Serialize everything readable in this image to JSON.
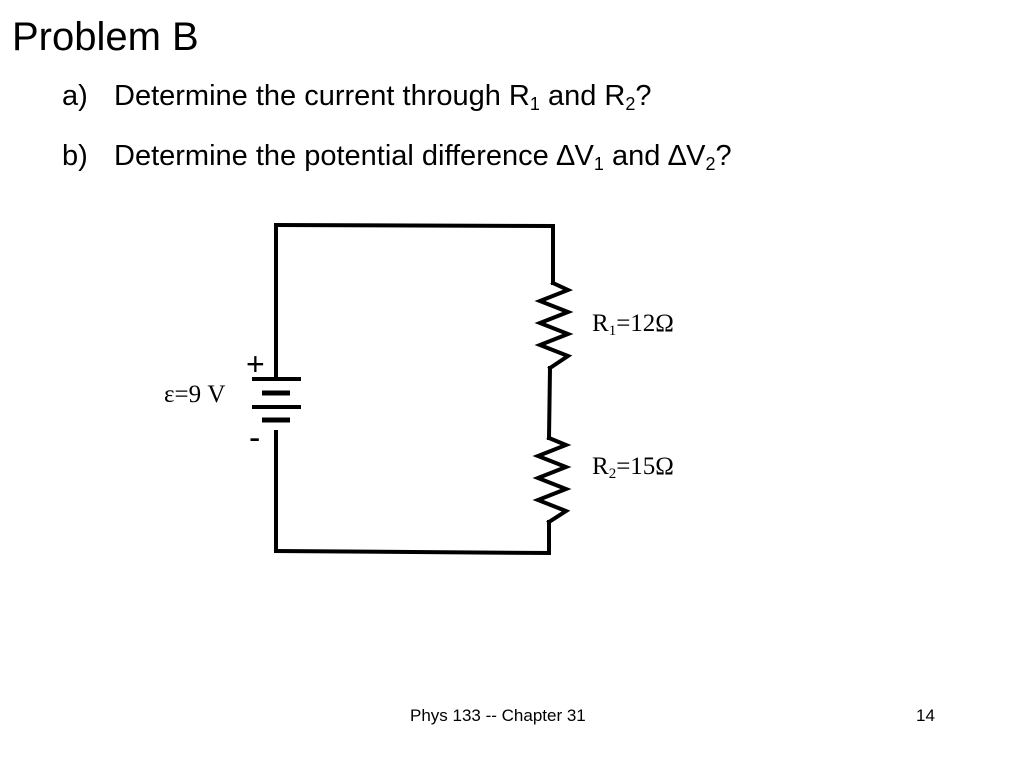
{
  "slide": {
    "title": "Problem B",
    "questions": [
      {
        "marker": "a)",
        "text_1": "Determine the current through R",
        "sub_1": "1",
        "text_2": " and R",
        "sub_2": "2",
        "text_3": "?"
      },
      {
        "marker": "b)",
        "text_1": "Determine the potential difference ∆V",
        "sub_1": "1",
        "text_2": " and ∆V",
        "sub_2": "2",
        "text_3": "?"
      }
    ]
  },
  "circuit": {
    "battery": {
      "emf_label": "ε=9 V",
      "plus": "+",
      "minus": "-"
    },
    "resistor_1": {
      "prefix": "R",
      "sub": "1",
      "value": "=12Ω"
    },
    "resistor_2": {
      "prefix": "R",
      "sub": "2",
      "value": "=15Ω"
    }
  },
  "footer": {
    "text": "Phys 133 -- Chapter 31",
    "page_number": "14"
  }
}
